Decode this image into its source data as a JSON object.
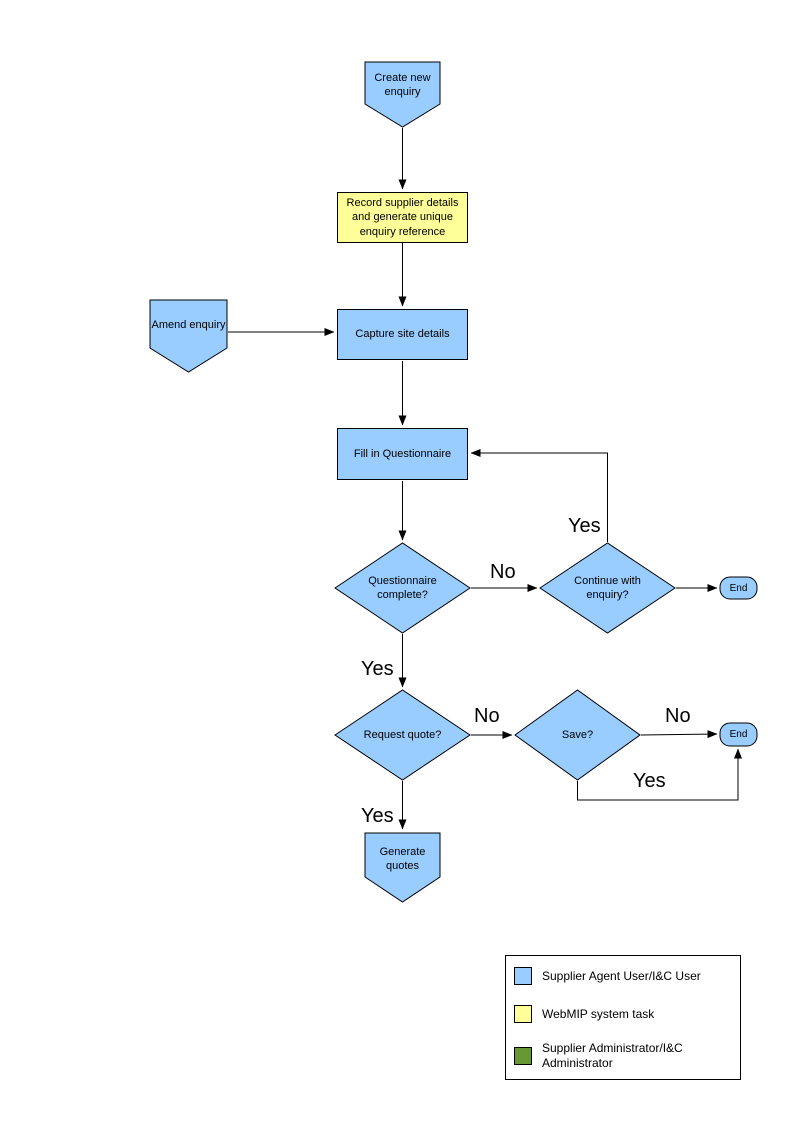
{
  "flowchart": {
    "nodes": {
      "create": {
        "label": "Create new enquiry"
      },
      "record": {
        "label": "Record supplier details and generate unique enquiry reference"
      },
      "amend": {
        "label": "Amend enquiry"
      },
      "capture": {
        "label": "Capture site details"
      },
      "fill": {
        "label": "Fill in Questionnaire"
      },
      "qcomplete": {
        "label": "Questionnaire complete?"
      },
      "continue": {
        "label": "Continue with enquiry?"
      },
      "end_top": {
        "label": "End"
      },
      "request": {
        "label": "Request quote?"
      },
      "save": {
        "label": "Save?"
      },
      "end_right": {
        "label": "End"
      },
      "generate": {
        "label": "Generate quotes"
      }
    },
    "edge_labels": {
      "continue_to_fill": "Yes",
      "qcomplete_to_continue": "No",
      "qcomplete_to_request": "Yes",
      "request_to_save": "No",
      "save_to_end": "No",
      "save_to_end_loop": "Yes",
      "request_to_generate": "Yes"
    }
  },
  "legend": {
    "items": [
      {
        "label": "Supplier Agent User/I&C User",
        "color": "#99CCFF"
      },
      {
        "label": "WebMIP system task",
        "color": "#FFFF99"
      },
      {
        "label": "Supplier Administrator/I&C Administrator",
        "color": "#669933"
      }
    ]
  },
  "colors": {
    "node_blue": "#99CCFF",
    "task_yellow": "#FFFF99",
    "admin_green": "#669933",
    "line": "#000000",
    "background": "#FFFFFF"
  }
}
